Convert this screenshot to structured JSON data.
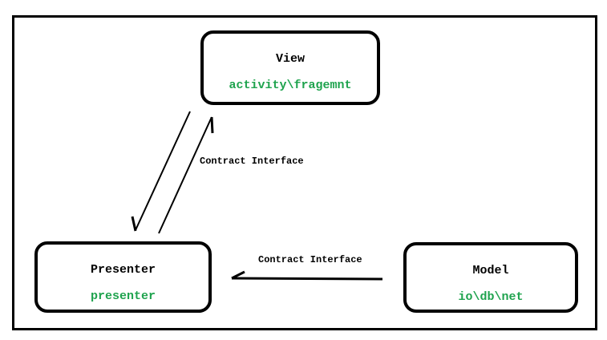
{
  "diagram": {
    "kind": "mvp-architecture-diagram",
    "colors": {
      "line": "#000000",
      "title_text": "#000000",
      "subtitle_text": "#1fa34e",
      "background": "#ffffff"
    },
    "nodes": {
      "view": {
        "title": "View",
        "subtitle": "activity\\fragemnt"
      },
      "presenter": {
        "title": "Presenter",
        "subtitle": "presenter"
      },
      "model": {
        "title": "Model",
        "subtitle": "io\\db\\net"
      }
    },
    "edges": {
      "view_presenter": {
        "label": "Contract Interface"
      },
      "model_presenter": {
        "label": "Contract Interface"
      }
    }
  }
}
